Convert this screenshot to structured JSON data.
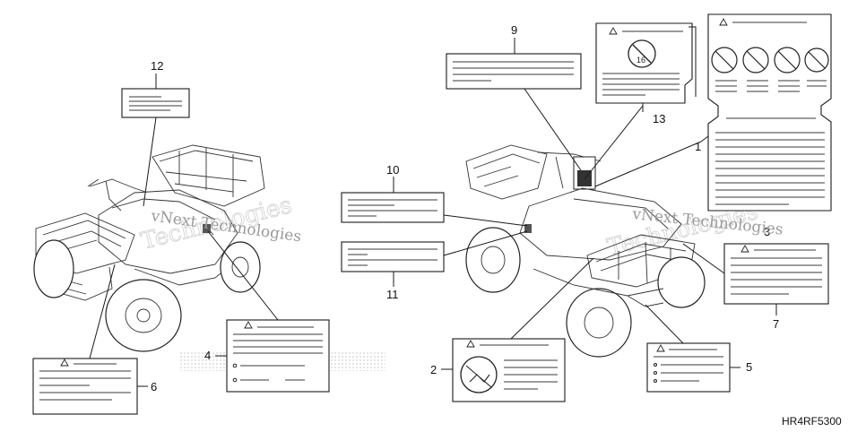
{
  "diagram": {
    "ref_code": "HR4RF5300",
    "watermark": "vNext Technologies",
    "watermark_ghost": "Technologies",
    "callouts": [
      "1",
      "2",
      "3",
      "4",
      "5",
      "6",
      "7",
      "9",
      "10",
      "11",
      "12",
      "13"
    ],
    "colors": {
      "line": "#1a1a1a",
      "watermark": "#9a9a9a",
      "background": "#ffffff"
    }
  }
}
